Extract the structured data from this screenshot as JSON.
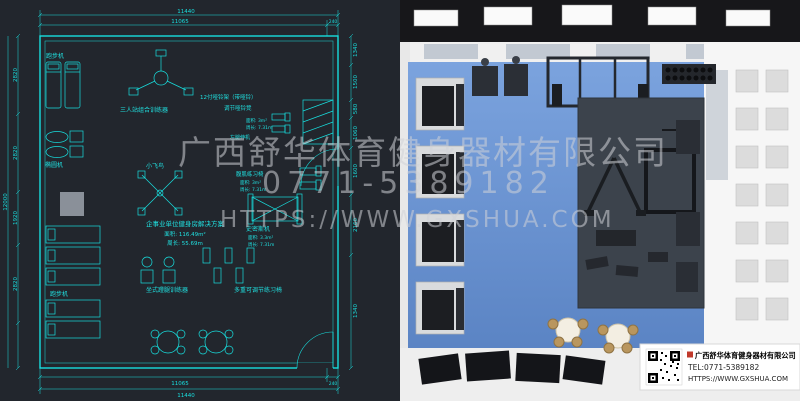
{
  "watermark": {
    "company": "广西舒华体育健身器材有限公司",
    "phone": "0771-5389182",
    "url": "HTTPS://WWW.GXSHUA.COM"
  },
  "plan": {
    "dim_top_total": "11440",
    "dim_top_inner": "11065",
    "dim_top_edge": "240",
    "dim_bottom_inner": "11065",
    "dim_bottom_edge": "240",
    "dim_bottom_total": "11440",
    "dim_left_total": "12000",
    "left_dims": [
      "2820",
      "2820",
      "1920",
      "2820"
    ],
    "right_dims": [
      "1340",
      "1500",
      "580",
      "1060",
      "1600",
      "2160",
      "1340"
    ],
    "labels": {
      "treadmill_top": "跑步机",
      "elliptical": "椭圆机",
      "treadmill_bottom": "跑步机",
      "triple_station": "三人站组合训练器",
      "dumbbell_rack": "12付哑铃架（带哑铃）",
      "dumbbell_bench": "调节哑铃凳",
      "small_area_2": "面积: 3m²",
      "small_perim_2": "周长: 7.31m",
      "leg_machine": "左腿伸机",
      "ab_bench": "腹肌练习椅",
      "small_area_1": "面积: 3m²",
      "small_perim_1": "周长: 7.31m",
      "fly_bird": "小飞鸟",
      "smith": "史密斯机",
      "small_area_3": "面积: 3.3m²",
      "small_perim_3": "周长: 7.31m",
      "title": "企事业单位健身房解决方案",
      "area": "面积: 116.49m²",
      "perimeter": "周长: 55.69m",
      "leg_press": "坐式蹬腿训练器",
      "adj_bench": "多重可调节练习椅"
    }
  },
  "info_box": {
    "company": "广西舒华体育健身器材有限公司",
    "tel": "TEL:0771-5389182",
    "url": "HTTPS://WWW.GXSHUA.COM"
  }
}
